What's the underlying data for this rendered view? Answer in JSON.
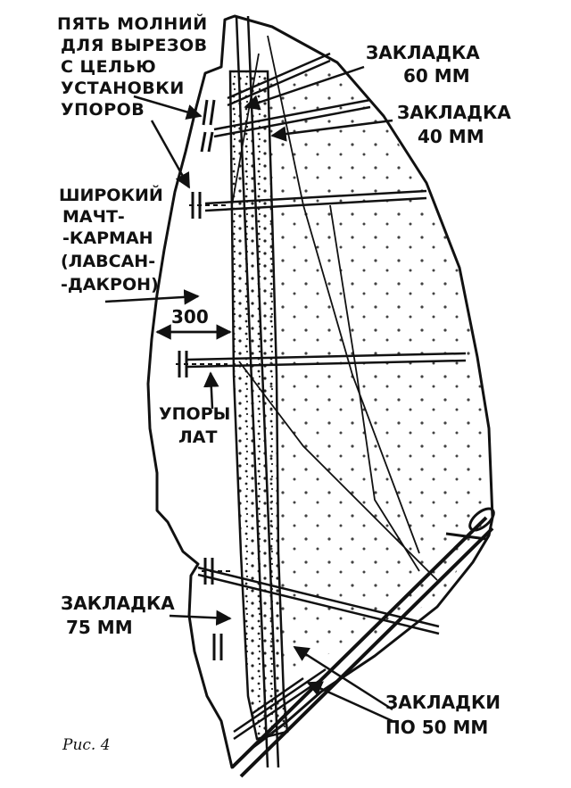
{
  "labels": {
    "zippers": [
      "ПЯТЬ МОЛНИЙ",
      "ДЛЯ ВЫРЕЗОВ",
      "С ЦЕЛЬЮ",
      "УСТАНОВКИ",
      "УПОРОВ"
    ],
    "tab60": [
      "ЗАКЛАДКА",
      "60 ММ"
    ],
    "tab40": [
      "ЗАКЛАДКА",
      "40 ММ"
    ],
    "sleeve": [
      "ШИРОКИЙ",
      "МАЧТ-",
      "-КАРМАН",
      "(ЛАВСАН-",
      "-ДАКРОН)"
    ],
    "dimension": "300",
    "stops": [
      "УПОРЫ",
      "ЛАТ"
    ],
    "tab75": [
      "ЗАКЛАДКА",
      "75 ММ"
    ],
    "tabs50": [
      "ЗАКЛАДКИ",
      "ПО 50 ММ"
    ],
    "caption": "Рис. 4"
  }
}
